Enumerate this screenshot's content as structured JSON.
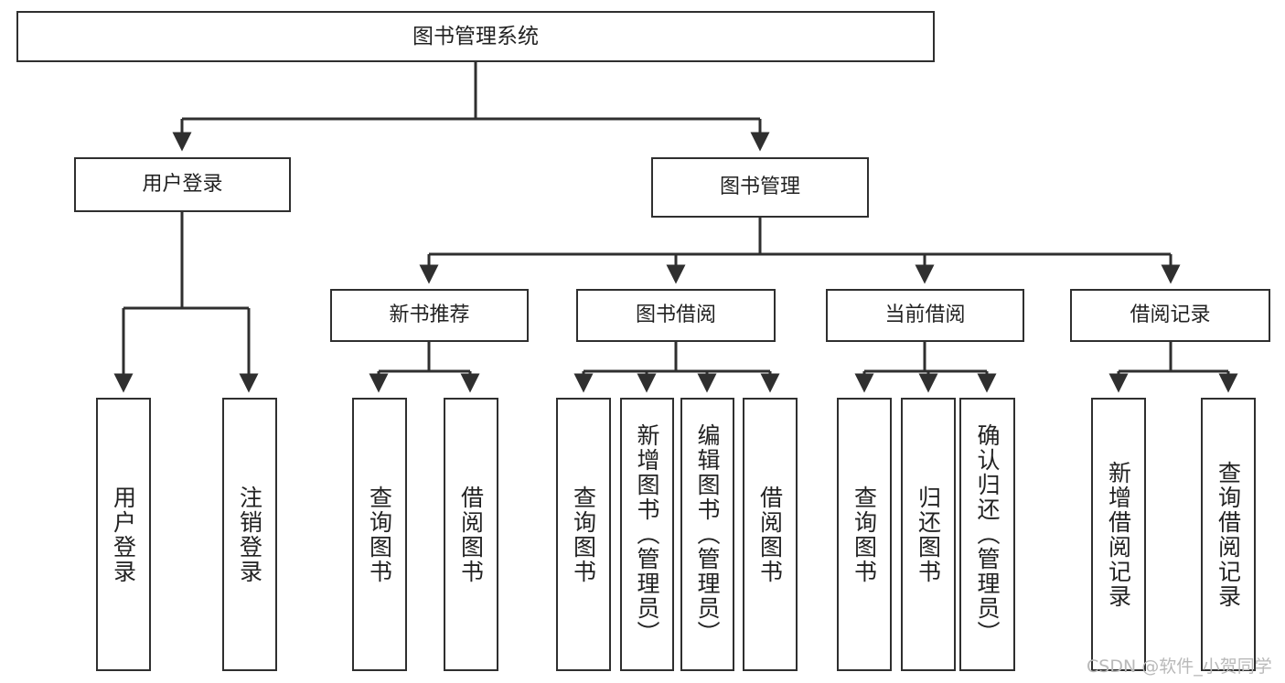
{
  "diagram": {
    "title": "图书管理系统",
    "type": "hierarchy-tree",
    "root": {
      "label": "图书管理系统"
    },
    "level2": [
      {
        "label": "用户登录"
      },
      {
        "label": "图书管理"
      }
    ],
    "level3": [
      {
        "label": "新书推荐"
      },
      {
        "label": "图书借阅"
      },
      {
        "label": "当前借阅"
      },
      {
        "label": "借阅记录"
      }
    ],
    "leaves": {
      "user_login": [
        {
          "label": "用户登录"
        },
        {
          "label": "注销登录"
        }
      ],
      "new_book_recommend": [
        {
          "label": "查询图书"
        },
        {
          "label": "借阅图书"
        }
      ],
      "book_borrow": [
        {
          "label": "查询图书"
        },
        {
          "label": "新增图书（管理员）"
        },
        {
          "label": "编辑图书（管理员）"
        },
        {
          "label": "借阅图书"
        }
      ],
      "current_borrow": [
        {
          "label": "查询图书"
        },
        {
          "label": "归还图书"
        },
        {
          "label": "确认归还（管理员）"
        }
      ],
      "borrow_record": [
        {
          "label": "新增借阅记录"
        },
        {
          "label": "查询借阅记录"
        }
      ]
    }
  },
  "watermark": {
    "text": "CSDN @软件_小贺同学"
  },
  "colors": {
    "stroke": "#2f2f2f",
    "text": "#222222",
    "background": "#ffffff",
    "watermark": "#b9b9b9"
  }
}
